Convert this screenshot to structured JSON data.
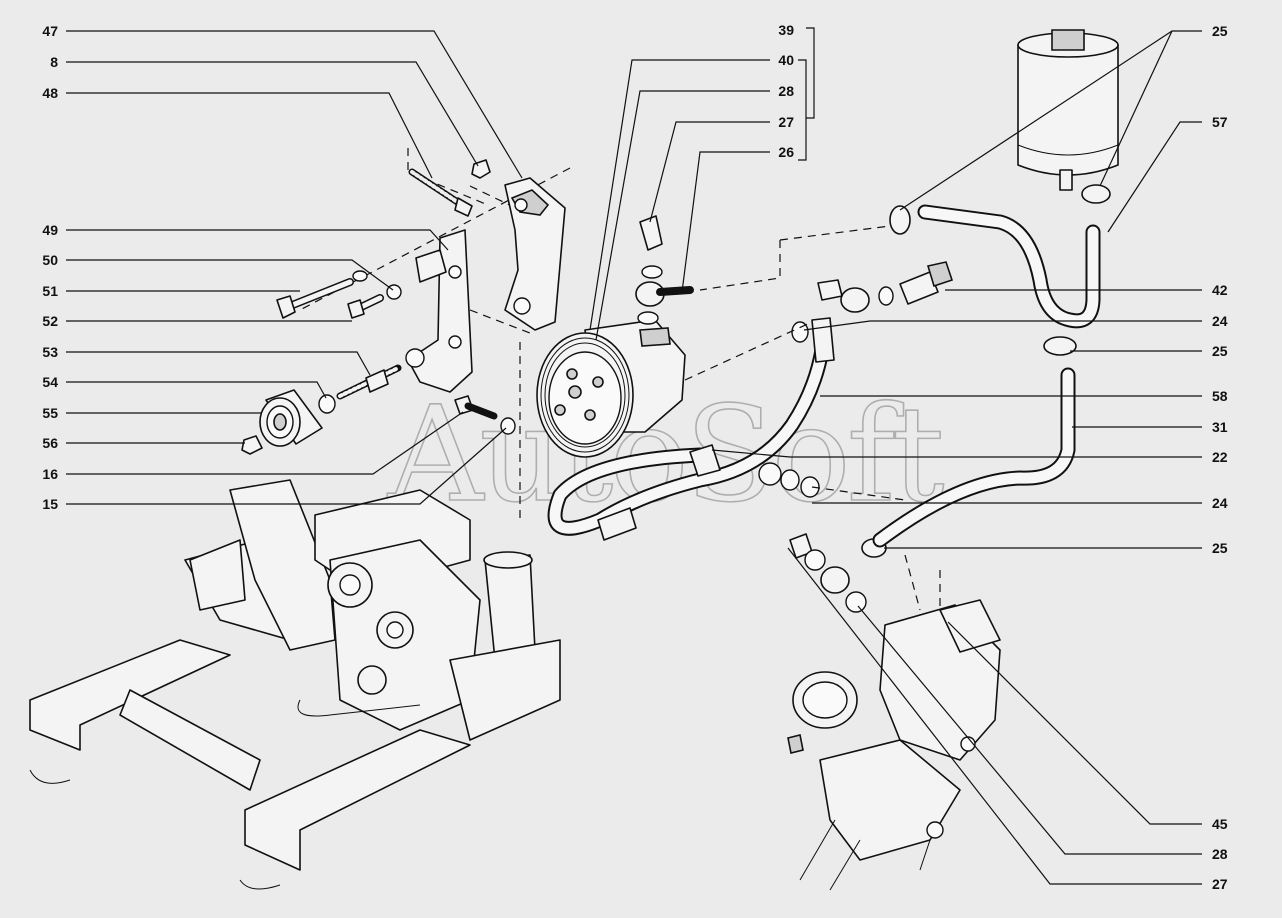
{
  "watermark": "AutoSoft",
  "callouts": {
    "l47": "47",
    "l8": "8",
    "l48": "48",
    "l49": "49",
    "l50": "50",
    "l51": "51",
    "l52": "52",
    "l53": "53",
    "l54": "54",
    "l55": "55",
    "l56": "56",
    "l16": "16",
    "l15": "15",
    "c39": "39",
    "c40": "40",
    "c28": "28",
    "c27": "27",
    "c26": "26",
    "r25a": "25",
    "r57": "57",
    "r42": "42",
    "r24a": "24",
    "r25b": "25",
    "r58": "58",
    "r31": "31",
    "r22": "22",
    "r24b": "24",
    "r25c": "25",
    "r45": "45",
    "r28": "28",
    "r27": "27"
  }
}
